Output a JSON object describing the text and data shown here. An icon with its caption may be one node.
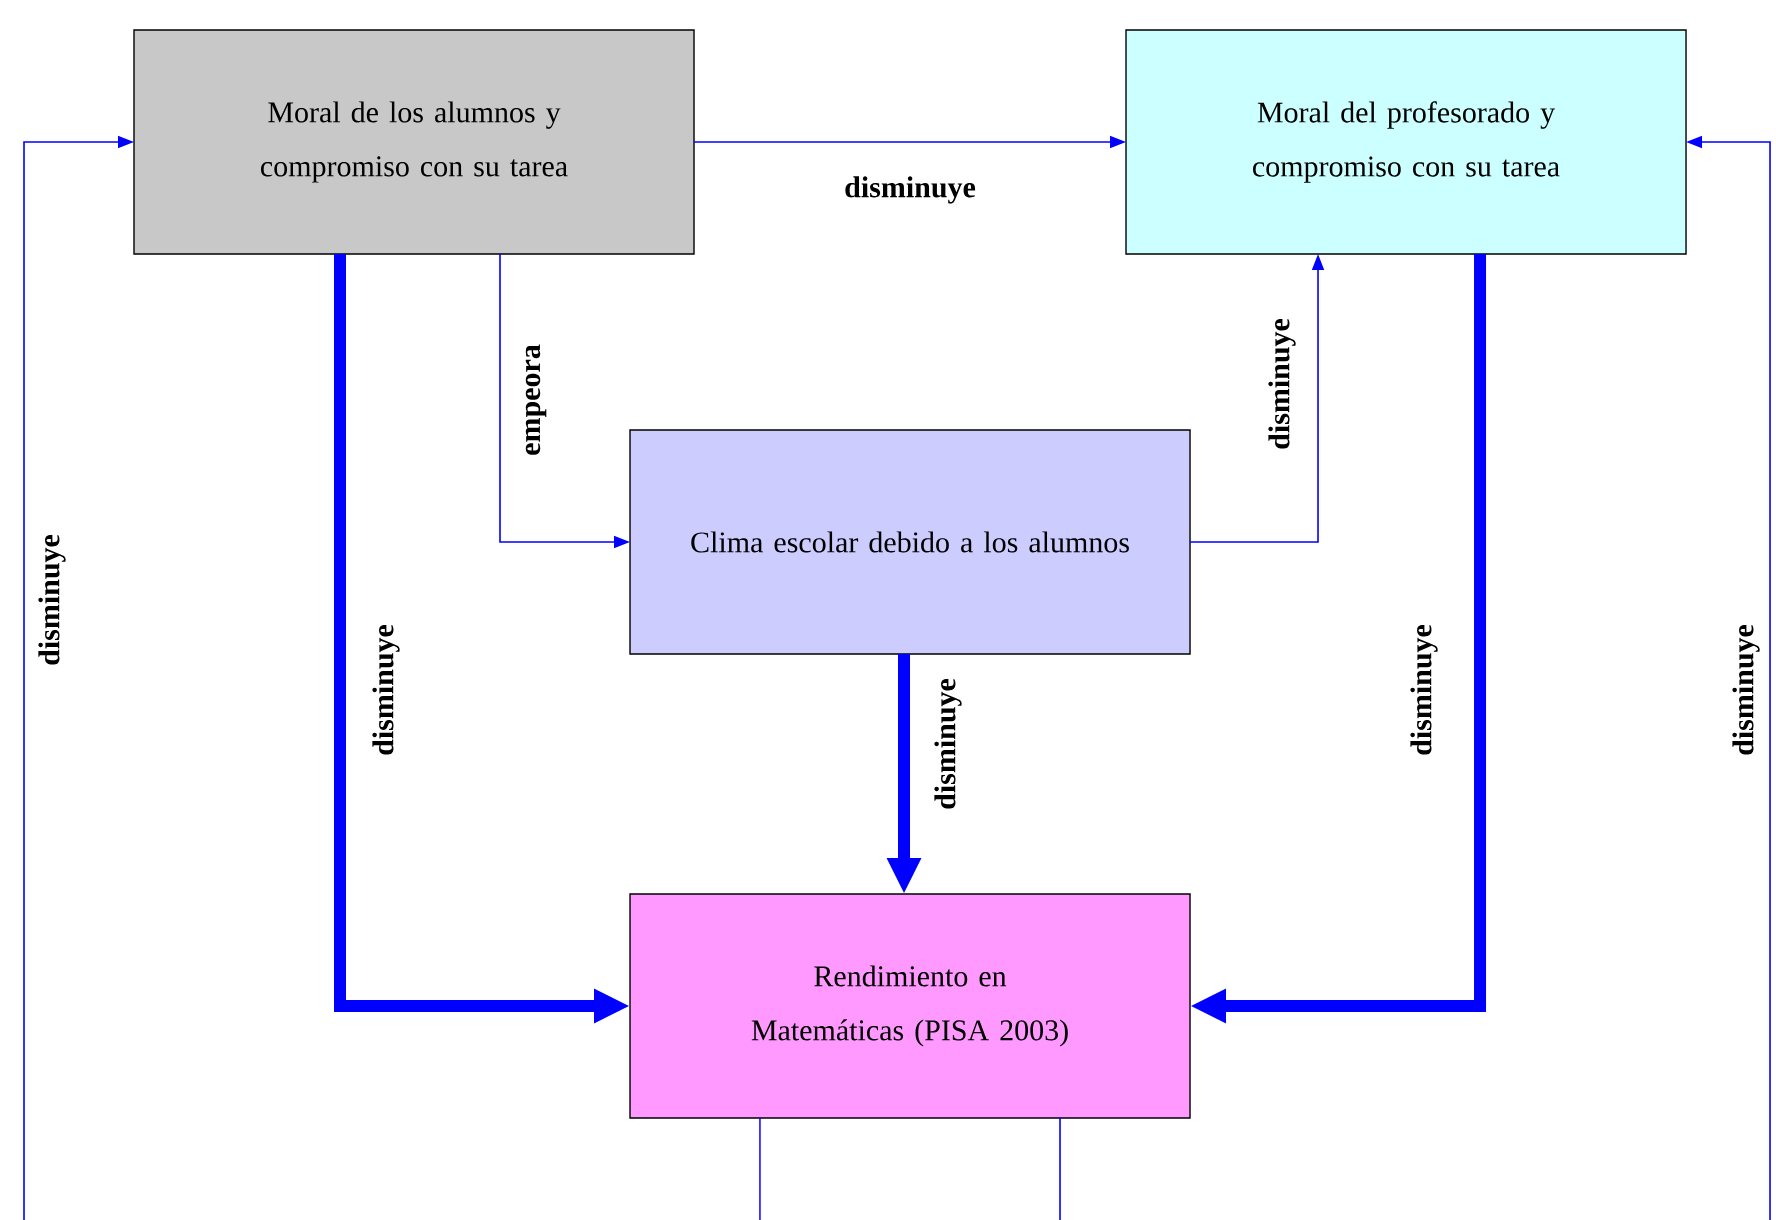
{
  "diagram": {
    "nodes": [
      {
        "text": [
          "Moral de los alumnos y compromiso con su tarea"
        ]
      },
      {
        "text": [
          "Moral del profesorado y compromiso con su tarea"
        ]
      },
      {
        "text": [
          "Clima escolar debido a los alumnos"
        ]
      },
      {
        "text": [
          "Rendimiento en Matemáticas (PISA 2003)"
        ]
      }
    ],
    "edges": [
      {
        "from": 0,
        "to": 1,
        "arrow": "to",
        "label": "disminuye"
      },
      {
        "from": 0,
        "to": 2,
        "arrow": "to",
        "label": "empeora"
      },
      {
        "from": 2,
        "to": 1,
        "arrow": "to",
        "label": "disminuye"
      },
      {
        "from": 0,
        "to": 3,
        "arrow": "to",
        "label": "disminuye",
        "style": "thick"
      },
      {
        "from": 2,
        "to": 3,
        "arrow": "to",
        "label": "disminuye",
        "style": "thick"
      },
      {
        "from": 1,
        "to": 3,
        "arrow": "to",
        "label": "disminuye",
        "style": "thick"
      },
      {
        "from": 3,
        "to": 0,
        "arrow": "to",
        "label": "disminuye"
      },
      {
        "from": 3,
        "to": 1,
        "arrow": "to",
        "label": "disminuye"
      }
    ]
  }
}
